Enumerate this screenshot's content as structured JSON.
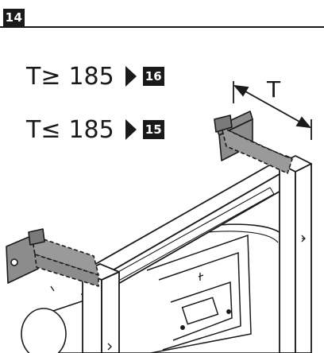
{
  "step_number": "14",
  "conditions": [
    {
      "operator": "T≥",
      "value": "185",
      "goto_step": "16"
    },
    {
      "operator": "T≤",
      "value": "185",
      "goto_step": "15"
    }
  ],
  "dimension_label": "T",
  "colors": {
    "ink": "#1a1a1a",
    "bracket_fill": "#8c8c8c",
    "frame_fill": "#ffffff"
  },
  "icons": [
    "arrow-right-icon"
  ]
}
